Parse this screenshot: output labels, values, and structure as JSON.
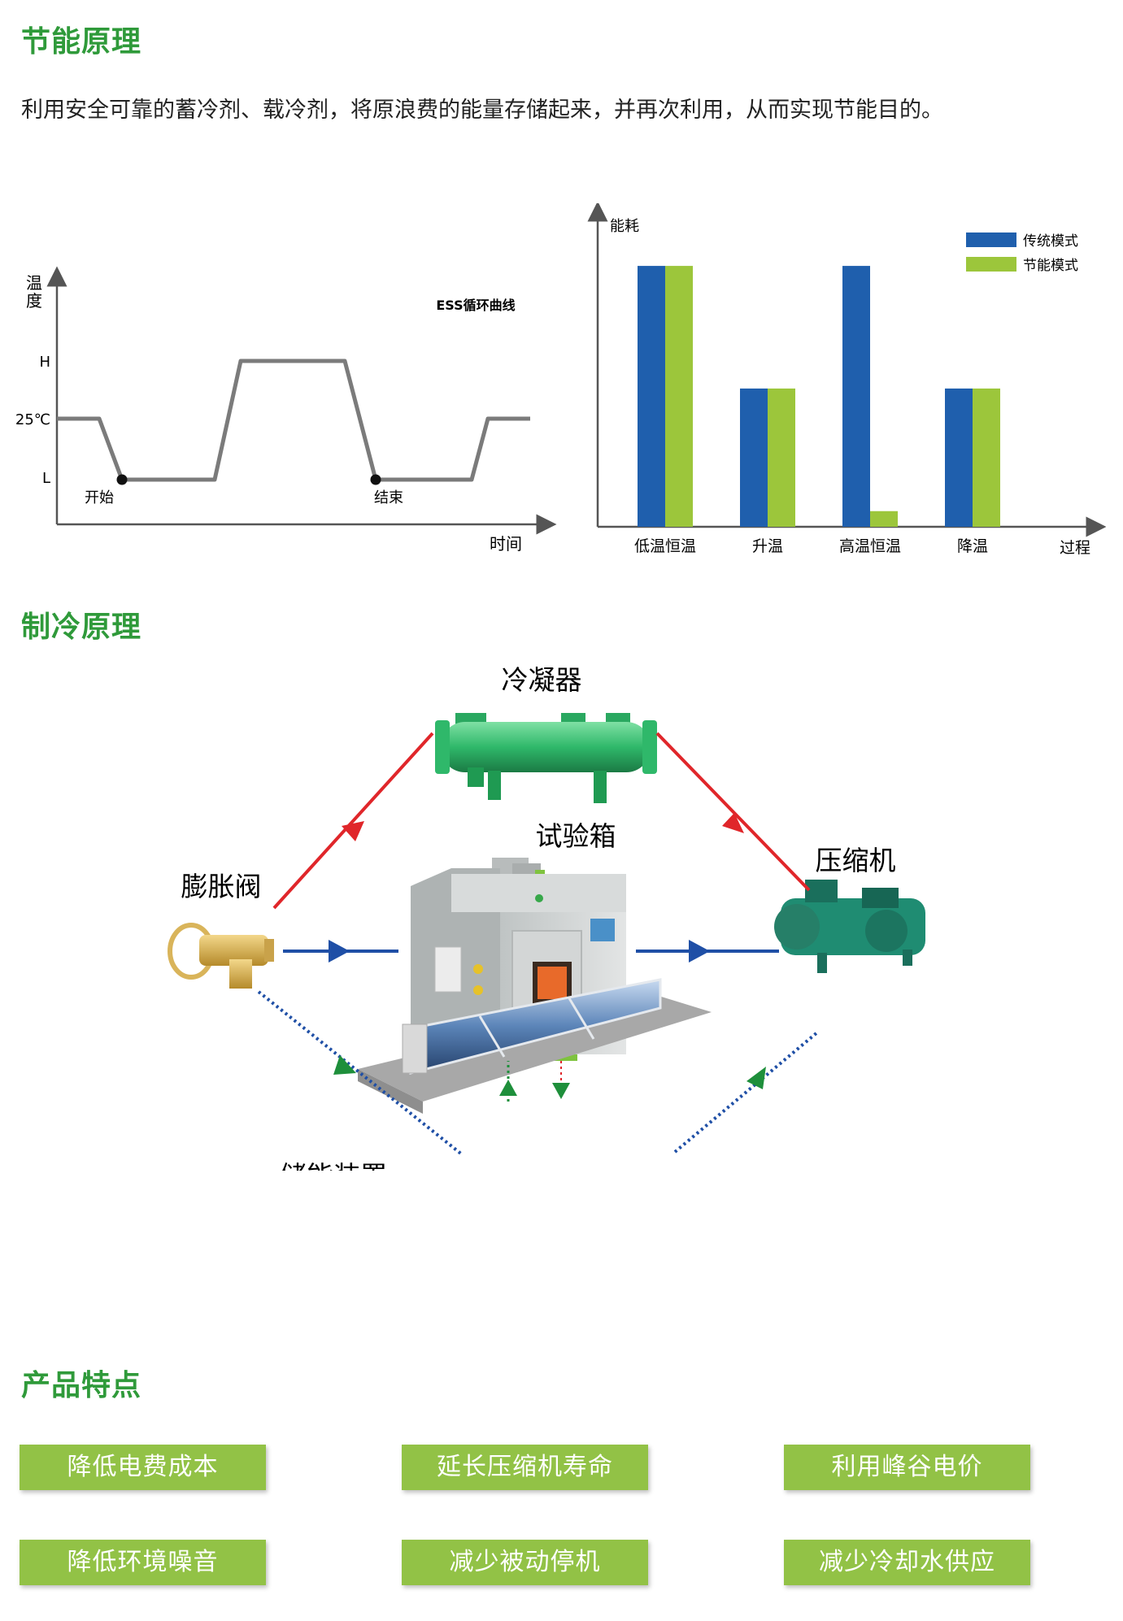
{
  "sections": {
    "energy_title": "节能原理",
    "energy_desc": "利用安全可靠的蓄冷剂、载冷剂，将原浪费的能量存储起来，并再次利用，从而实现节能目的。",
    "cooling_title": "制冷原理",
    "features_title": "产品特点"
  },
  "temp_chart": {
    "y_label_1": "温",
    "y_label_2": "度",
    "x_label": "时间",
    "curve_label": "ESS循环曲线",
    "tick_h": "H",
    "tick_25": "25℃",
    "tick_l": "L",
    "start_label": "开始",
    "end_label": "结束"
  },
  "chart_data": [
    {
      "type": "bar",
      "ylabel": "能耗",
      "xlabel": "过程",
      "categories": [
        "低温恒温",
        "升温",
        "高温恒温",
        "降温"
      ],
      "series": [
        {
          "name": "传统模式",
          "color": "#1f5fad",
          "values": [
            100,
            53,
            100,
            53
          ]
        },
        {
          "name": "节能模式",
          "color": "#9cc63b",
          "values": [
            100,
            53,
            6,
            53
          ]
        }
      ],
      "ylim": [
        0,
        110
      ],
      "legend": "top-right",
      "grid": false
    }
  ],
  "diagram": {
    "condenser": "冷凝器",
    "test_chamber": "试验箱",
    "compressor": "压缩机",
    "expansion_valve": "膨胀阀",
    "storage": "储能装置"
  },
  "features": [
    "降低电费成本",
    "延长压缩机寿命",
    "利用峰谷电价",
    "降低环境噪音",
    "减少被动停机",
    "减少冷却水供应"
  ],
  "colors": {
    "title_green": "#2f9a3a",
    "feature_green": "#92c246",
    "red_arrow": "#e0262a",
    "blue_arrow": "#1f4fa6",
    "green_arrow": "#1e8f3b"
  }
}
